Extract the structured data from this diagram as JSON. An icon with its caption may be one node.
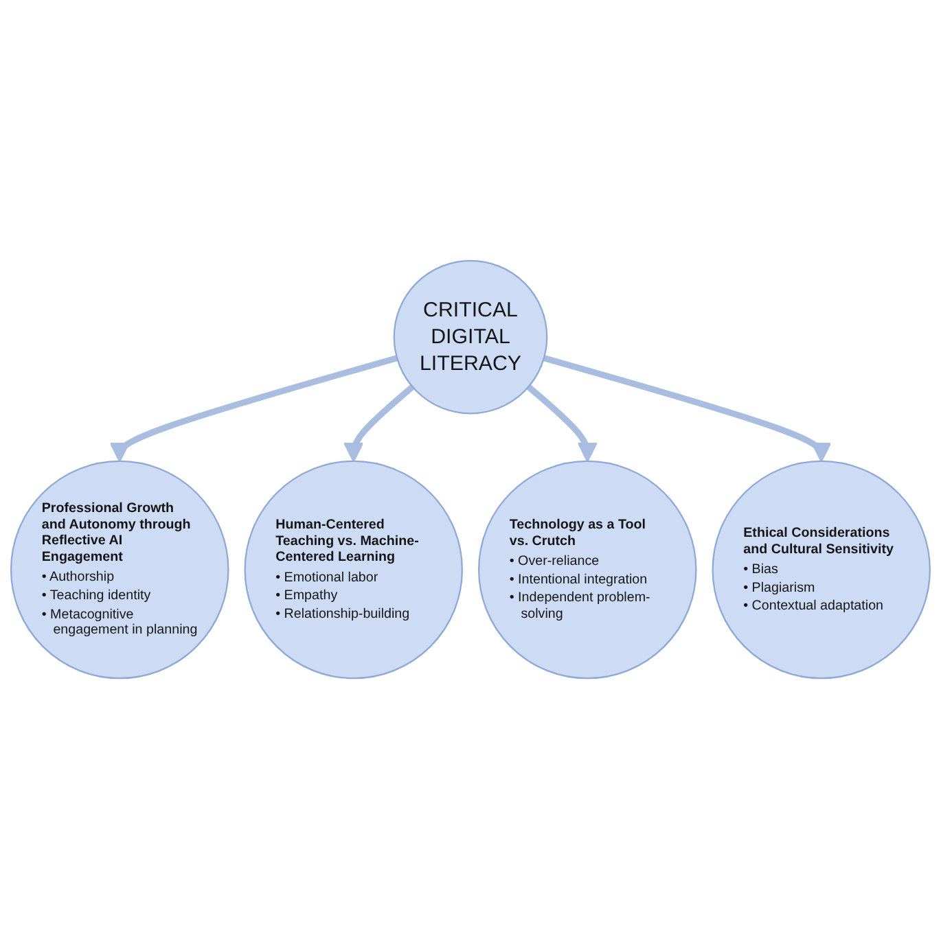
{
  "diagram": {
    "nodes": [
      {
        "text": [
          "Professional Growth and Autonomy through Reflective AI Engagement",
          "• Authorship",
          "• Teaching identity",
          "• Metacognitive engagement in planning"
        ]
      },
      {
        "text": [
          "Human-Centered Teaching vs. Machine-Centered Learning",
          "• Emotional labor",
          "• Empathy",
          "• Relationship-building"
        ]
      },
      {
        "text": [
          "CRITICAL DIGITAL LITERACY"
        ]
      },
      {
        "text": [
          "Technology as a Tool vs. Crutch",
          "• Over-reliance",
          "• Intentional integration",
          "• Independent problem-solving"
        ]
      },
      {
        "text": [
          "Ethical Considerations and Cultural Sensitivity",
          "• Bias",
          "• Plagiarism",
          "• Contextual adaptation"
        ]
      }
    ],
    "edges": [
      {
        "from": 2,
        "to": 0,
        "arrow": "to"
      },
      {
        "from": 2,
        "to": 1,
        "arrow": "to"
      },
      {
        "from": 2,
        "to": 3,
        "arrow": "to"
      },
      {
        "from": 2,
        "to": 4,
        "arrow": "to"
      }
    ]
  }
}
